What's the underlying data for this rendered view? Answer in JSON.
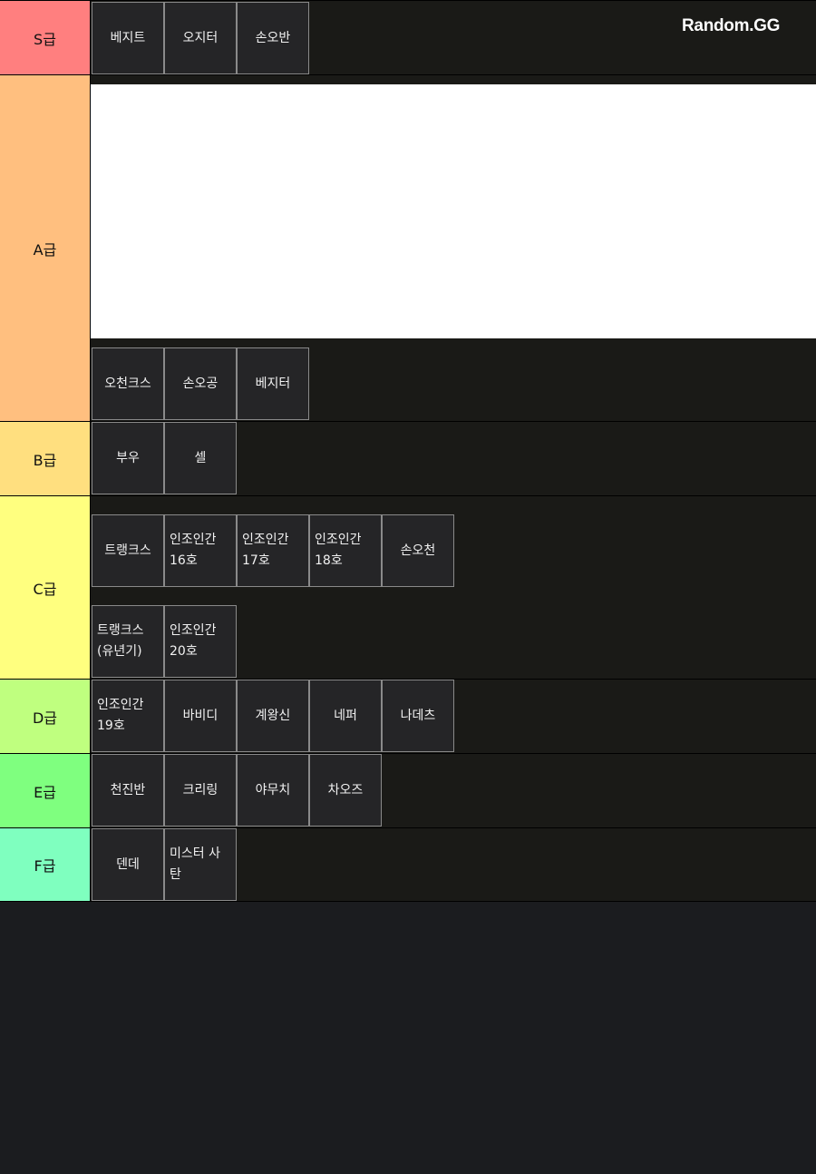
{
  "brand": "Random.GG",
  "tiers": [
    {
      "label": "S급",
      "color": "#ff7f7f",
      "items": [
        "베지트",
        "오지터",
        "손오반"
      ]
    },
    {
      "label": "A급",
      "color": "#ffbf7f",
      "items": [
        "오천크스",
        "손오공",
        "베지터"
      ]
    },
    {
      "label": "B급",
      "color": "#ffdf7f",
      "items": [
        "부우",
        "셀"
      ]
    },
    {
      "label": "C급",
      "color": "#ffff7f",
      "items": [
        "트랭크스",
        "인조인간\n16호",
        "인조인간\n17호",
        "인조인간\n18호",
        "손오천",
        "트랭크스\n(유년기)",
        "인조인간\n20호"
      ]
    },
    {
      "label": "D급",
      "color": "#bfff7f",
      "items": [
        "인조인간\n19호",
        "바비디",
        "계왕신",
        "네퍼",
        "나데츠"
      ]
    },
    {
      "label": "E급",
      "color": "#7fff7f",
      "items": [
        "천진반",
        "크리링",
        "야무치",
        "차오즈"
      ]
    },
    {
      "label": "F급",
      "color": "#7fffbf",
      "items": [
        "덴데",
        "미스터 사\n탄"
      ]
    }
  ]
}
